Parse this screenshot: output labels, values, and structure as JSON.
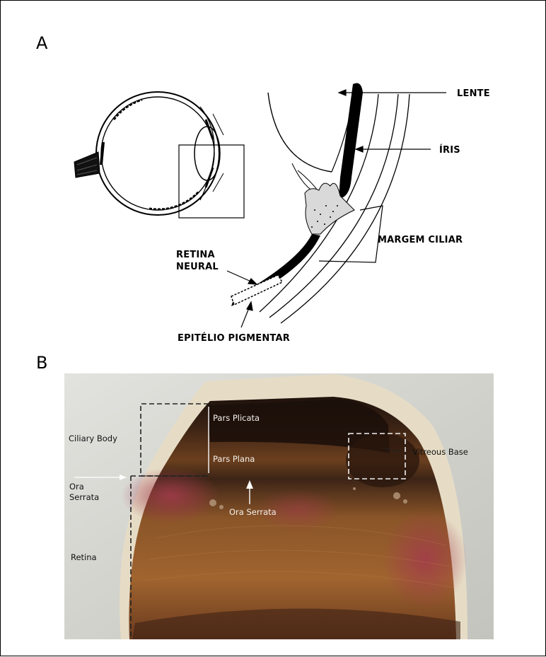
{
  "panel_a": {
    "letter": "A",
    "labels": {
      "lente": "LENTE",
      "iris": "ÍRIS",
      "margem_ciliar": "MARGEM CILIAR",
      "retina_neural_1": "RETINA",
      "retina_neural_2": "NEURAL",
      "epitelio": "EPITÉLIO PIGMENTAR"
    }
  },
  "panel_b": {
    "letter": "B",
    "labels": {
      "ciliary_body": "Ciliary Body",
      "ora_serrata_left_1": "Ora",
      "ora_serrata_left_2": "Serrata",
      "retina": "Retina",
      "pars_plicata": "Pars  Plicata",
      "pars_plana": "Pars  Plana",
      "ora_serrata_center": "Ora Serrata",
      "vitreous_base": "Vitreous Base"
    },
    "colors": {
      "background": "#d6d6d0",
      "tissue_dark": "#2a1810",
      "tissue_brown": "#7a4a25",
      "tissue_pink": "#9a3d48",
      "sclera_rim": "#e4d9c2"
    }
  }
}
